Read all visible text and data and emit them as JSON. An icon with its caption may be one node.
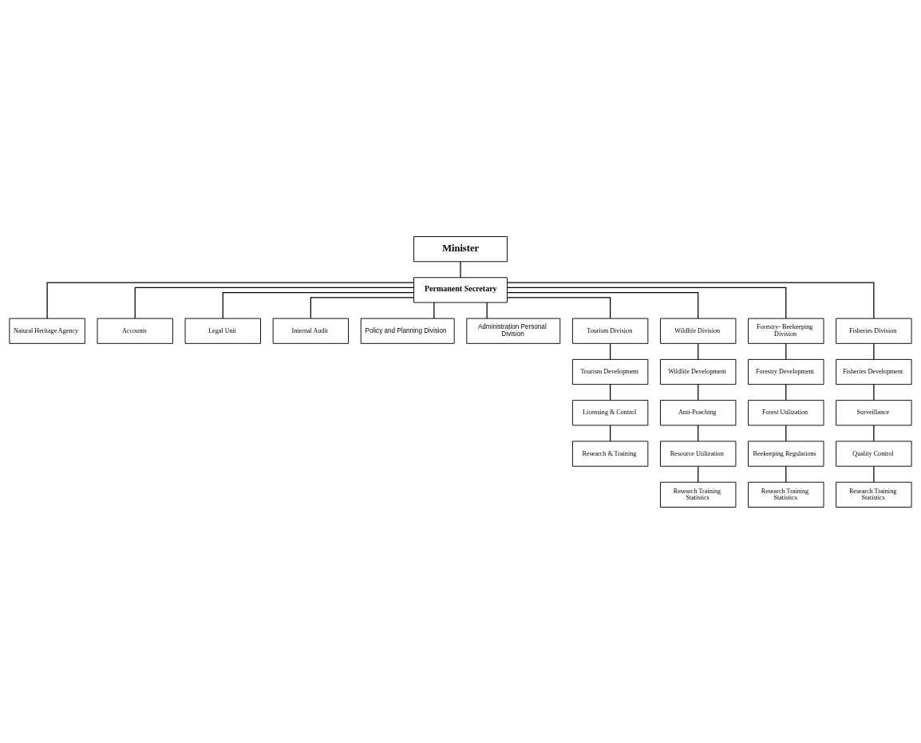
{
  "diagram": {
    "nodes": [
      {
        "text": [
          "Minister"
        ]
      },
      {
        "text": [
          "Permanent Secretary"
        ]
      },
      {
        "text": [
          "Natural Heritage Agency"
        ]
      },
      {
        "text": [
          "Accounts"
        ]
      },
      {
        "text": [
          "Legal Unit"
        ]
      },
      {
        "text": [
          "Internal Audit"
        ]
      },
      {
        "text": [
          "Policy and Planning Division"
        ]
      },
      {
        "text": [
          "Administration Personal Division"
        ]
      },
      {
        "text": [
          "Tourism Division"
        ]
      },
      {
        "text": [
          "Wildlife Division"
        ]
      },
      {
        "text": [
          "Forestry- Beekeeping Division"
        ]
      },
      {
        "text": [
          "Fisheries Division"
        ]
      },
      {
        "text": [
          "Tourism Development"
        ]
      },
      {
        "text": [
          "Licensing & Control"
        ]
      },
      {
        "text": [
          "Research & Training"
        ]
      },
      {
        "text": [
          "Wildlife Development"
        ]
      },
      {
        "text": [
          "Anti-Poaching"
        ]
      },
      {
        "text": [
          "Resource Utilization"
        ]
      },
      {
        "text": [
          "Research Training Statistics"
        ]
      },
      {
        "text": [
          "Forestry Development"
        ]
      },
      {
        "text": [
          "Forest Utilization"
        ]
      },
      {
        "text": [
          "Beekeeping Regulations"
        ]
      },
      {
        "text": [
          "Research Training Statistics"
        ]
      },
      {
        "text": [
          "Fisheries Development"
        ]
      },
      {
        "text": [
          "Surveillance"
        ]
      },
      {
        "text": [
          "Quality Control"
        ]
      },
      {
        "text": [
          "Research Training Statistics"
        ]
      }
    ],
    "edges": [
      {
        "from": 0,
        "to": 1,
        "arrow": "none"
      },
      {
        "from": 1,
        "to": 2,
        "arrow": "none"
      },
      {
        "from": 1,
        "to": 3,
        "arrow": "none"
      },
      {
        "from": 1,
        "to": 4,
        "arrow": "none"
      },
      {
        "from": 1,
        "to": 5,
        "arrow": "none"
      },
      {
        "from": 1,
        "to": 6,
        "arrow": "none"
      },
      {
        "from": 1,
        "to": 7,
        "arrow": "none"
      },
      {
        "from": 1,
        "to": 8,
        "arrow": "none"
      },
      {
        "from": 1,
        "to": 9,
        "arrow": "none"
      },
      {
        "from": 1,
        "to": 10,
        "arrow": "none"
      },
      {
        "from": 1,
        "to": 11,
        "arrow": "none"
      },
      {
        "from": 8,
        "to": 12,
        "arrow": "none"
      },
      {
        "from": 12,
        "to": 13,
        "arrow": "none"
      },
      {
        "from": 13,
        "to": 14,
        "arrow": "none"
      },
      {
        "from": 9,
        "to": 15,
        "arrow": "none"
      },
      {
        "from": 15,
        "to": 16,
        "arrow": "none"
      },
      {
        "from": 16,
        "to": 17,
        "arrow": "none"
      },
      {
        "from": 17,
        "to": 18,
        "arrow": "none"
      },
      {
        "from": 10,
        "to": 19,
        "arrow": "none"
      },
      {
        "from": 19,
        "to": 20,
        "arrow": "none"
      },
      {
        "from": 20,
        "to": 21,
        "arrow": "none"
      },
      {
        "from": 21,
        "to": 22,
        "arrow": "none"
      },
      {
        "from": 11,
        "to": 23,
        "arrow": "none"
      },
      {
        "from": 23,
        "to": 24,
        "arrow": "none"
      },
      {
        "from": 24,
        "to": 25,
        "arrow": "none"
      },
      {
        "from": 25,
        "to": 26,
        "arrow": "none"
      }
    ]
  }
}
